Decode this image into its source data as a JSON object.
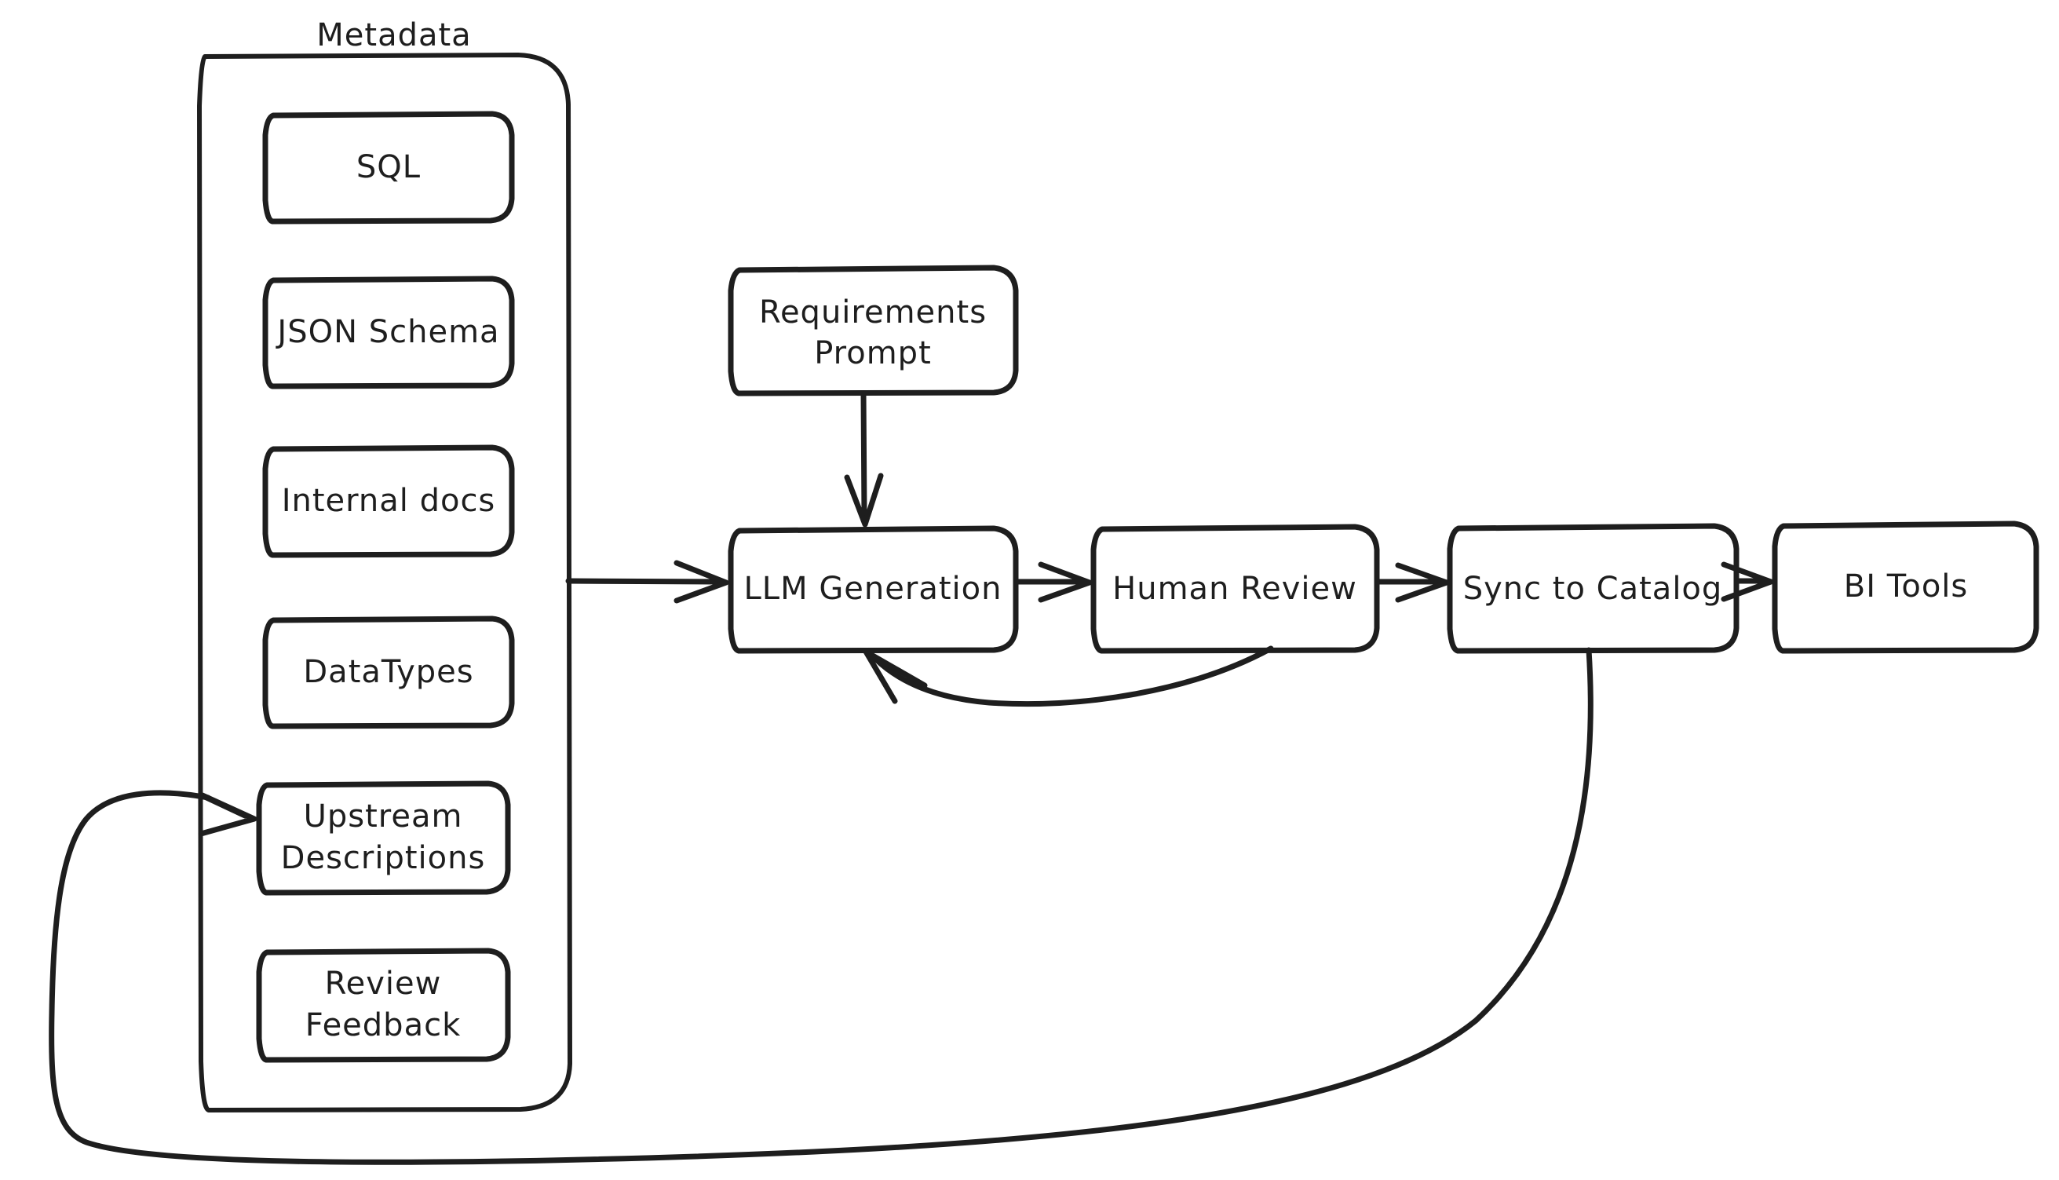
{
  "diagram": {
    "title": "Metadata-driven LLM description generation flow",
    "background_color": "#ffffff",
    "stroke_color": "#1e1e1e",
    "group": {
      "label": "Metadata",
      "items": [
        {
          "id": "sql",
          "label": "SQL"
        },
        {
          "id": "json-schema",
          "label": "JSON Schema"
        },
        {
          "id": "internal-docs",
          "label": "Internal docs"
        },
        {
          "id": "datatypes",
          "label": "DataTypes"
        },
        {
          "id": "upstream-descriptions",
          "label_line1": "Upstream",
          "label_line2": "Descriptions"
        },
        {
          "id": "review-feedback",
          "label_line1": "Review",
          "label_line2": "Feedback"
        }
      ]
    },
    "nodes": [
      {
        "id": "requirements-prompt",
        "label_line1": "Requirements",
        "label_line2": "Prompt"
      },
      {
        "id": "llm-generation",
        "label": "LLM Generation"
      },
      {
        "id": "human-review",
        "label": "Human Review"
      },
      {
        "id": "sync-to-catalog",
        "label": "Sync to Catalog"
      },
      {
        "id": "bi-tools",
        "label": "BI Tools"
      }
    ],
    "edges": [
      {
        "id": "metadata-to-llm",
        "from": "Metadata",
        "to": "LLM Generation"
      },
      {
        "id": "prompt-to-llm",
        "from": "Requirements Prompt",
        "to": "LLM Generation"
      },
      {
        "id": "llm-to-review",
        "from": "LLM Generation",
        "to": "Human Review"
      },
      {
        "id": "review-to-llm-feedback",
        "from": "Human Review",
        "to": "LLM Generation"
      },
      {
        "id": "review-to-sync",
        "from": "Human Review",
        "to": "Sync to Catalog"
      },
      {
        "id": "sync-to-bi",
        "from": "Sync to Catalog",
        "to": "BI Tools"
      },
      {
        "id": "sync-to-upstream-descriptions",
        "from": "Sync to Catalog",
        "to": "Upstream Descriptions"
      }
    ]
  }
}
